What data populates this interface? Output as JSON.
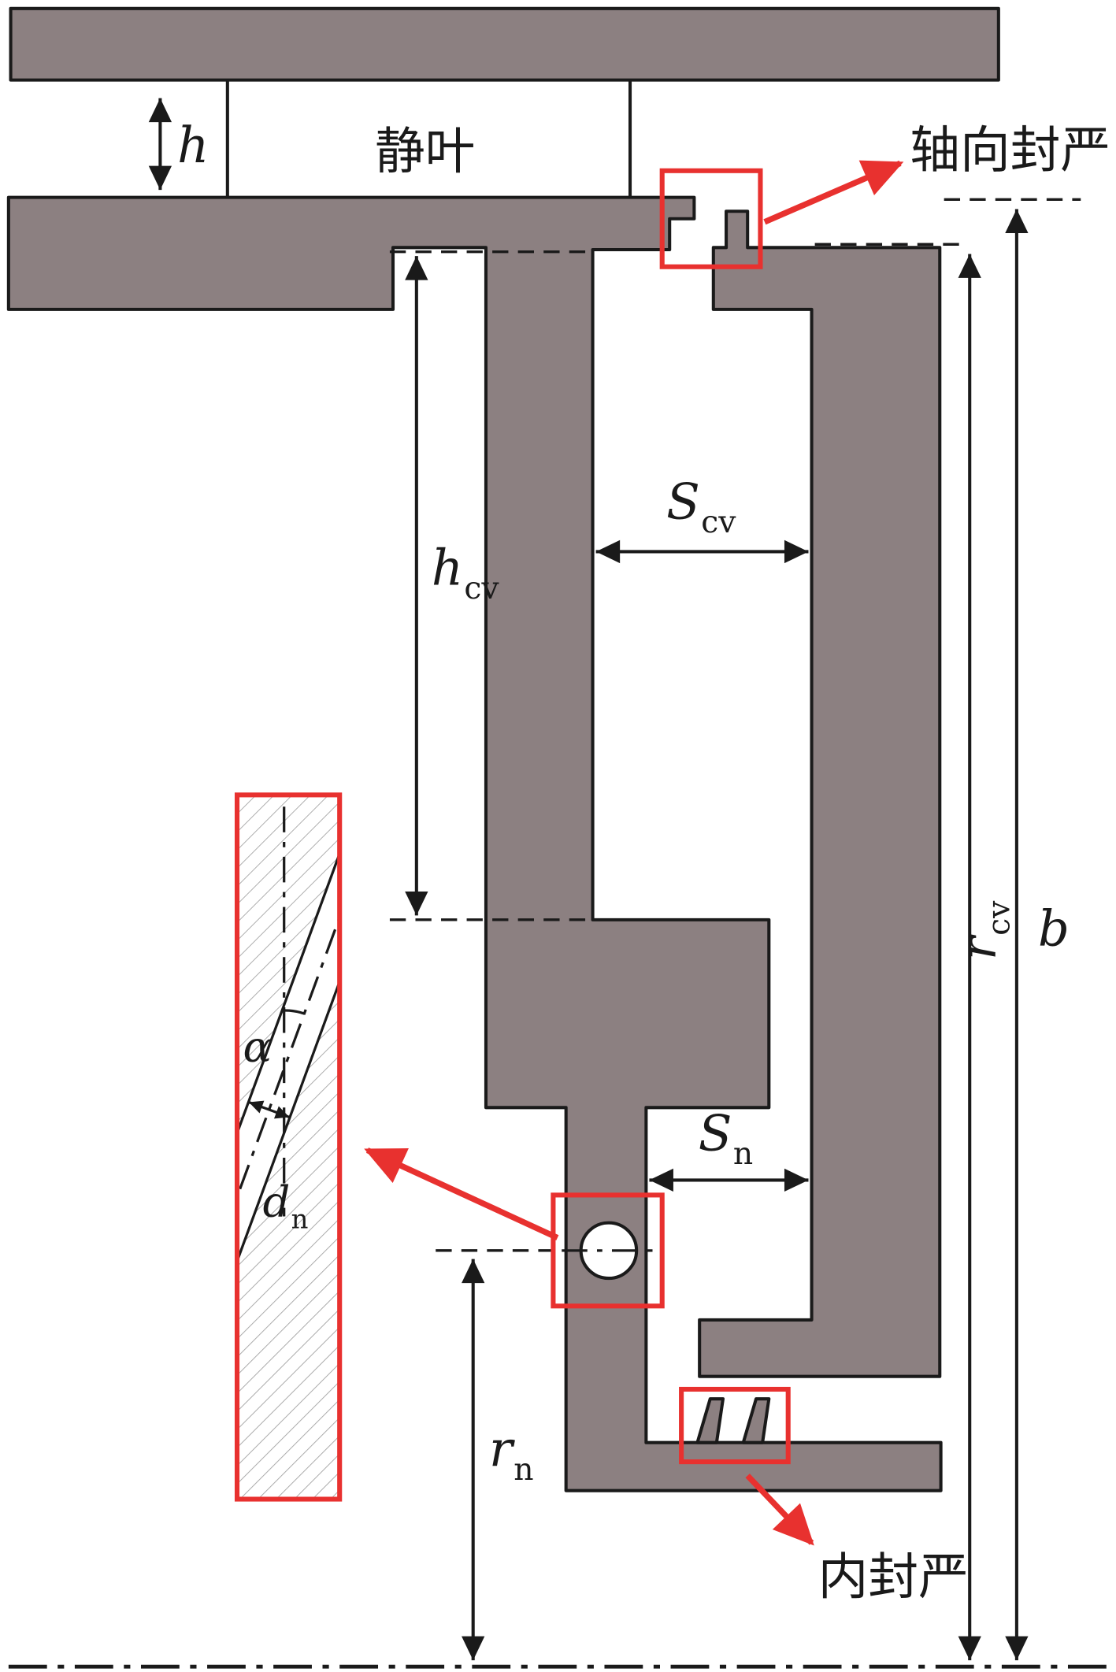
{
  "figure": {
    "description": "Cross-section schematic of a turbine stator vane, rotor-stator wheel-space cavity and seals with dimension annotations and a zoomed inset of the angled feed hole"
  },
  "colors": {
    "solid_fill": "#8c8081",
    "ink": "#1a1a1a",
    "highlight": "#e8312f",
    "hatch": "#a8a8a8",
    "background": "#ffffff"
  },
  "labels": {
    "stator_blade": "静叶",
    "axial_seal": "轴向封严",
    "inner_seal": "内封严",
    "blade_height": {
      "base": "h",
      "sub": ""
    },
    "cavity_height": {
      "base": "h",
      "sub": "cv"
    },
    "cavity_gap": {
      "base": "S",
      "sub": "cv"
    },
    "nozzle_gap": {
      "base": "S",
      "sub": "n"
    },
    "hole_angle": "α",
    "hole_diameter": {
      "base": "d",
      "sub": "n"
    },
    "nozzle_radius": {
      "base": "r",
      "sub": "n"
    },
    "cavity_radius": {
      "base": "r",
      "sub": "cv"
    },
    "outer_radius": {
      "base": "b",
      "sub": ""
    }
  }
}
